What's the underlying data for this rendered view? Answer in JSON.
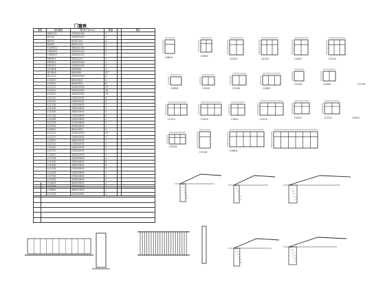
{
  "table": {
    "title": "门窗表",
    "headers": [
      "类型",
      "设计编号",
      "洞口尺寸(mm)",
      "数量",
      "",
      "备注"
    ],
    "rows": [
      [
        "",
        "JLM1721",
        "1700X2100",
        "1",
        "",
        ""
      ],
      [
        "",
        "M1021",
        "1000X2100",
        "3",
        "",
        ""
      ],
      [
        "",
        "M0921",
        "900X2100",
        "5",
        "",
        ""
      ],
      [
        "",
        "M0821",
        "800X2100",
        "4",
        "",
        ""
      ],
      [
        "",
        "TLM1821",
        "1800X2100",
        "2",
        "",
        ""
      ],
      [
        "",
        "TLM2421",
        "2400X2100",
        "2",
        "",
        ""
      ],
      [
        "",
        "TLM3021",
        "3000X2100",
        "1",
        "",
        ""
      ],
      [
        "",
        "FM0921",
        "900X2100",
        "2",
        "",
        ""
      ],
      [
        "",
        "FM1021",
        "1000X2100",
        "1",
        "",
        ""
      ],
      [
        "",
        "FM1221",
        "1200X2100",
        "3",
        "",
        ""
      ],
      [
        "",
        "GC0606",
        "600X600",
        "4",
        "",
        ""
      ],
      [
        "",
        "GC0909",
        "900X900",
        "23",
        "",
        ""
      ],
      [
        "",
        "GC1212",
        "1200X1200",
        "6",
        "",
        ""
      ],
      [
        "",
        "LC0615",
        "600X1500",
        "4",
        "",
        ""
      ],
      [
        "",
        "LC0915",
        "900X1500",
        "8",
        "",
        ""
      ],
      [
        "",
        "LC1215",
        "1200X1500",
        "12",
        "",
        ""
      ],
      [
        "",
        "LC1515",
        "1500X1500",
        "10",
        "",
        ""
      ],
      [
        "",
        "LC1815",
        "1800X1500",
        "14",
        "",
        ""
      ],
      [
        "",
        "LC2115",
        "2100X1500",
        "6",
        "",
        ""
      ],
      [
        "",
        "LC2415",
        "2400X1500",
        "4",
        "",
        ""
      ],
      [
        "",
        "LC1218",
        "1200X1800",
        "3",
        "",
        ""
      ],
      [
        "",
        "LC1518",
        "1500X1800",
        "2",
        "",
        ""
      ],
      [
        "",
        "LC1818",
        "1800X1800",
        "5",
        "",
        ""
      ],
      [
        "",
        "LC2118",
        "2100X1800",
        "2",
        "",
        ""
      ],
      [
        "",
        "LC2418",
        "2400X1800",
        "1",
        "",
        ""
      ],
      [
        "",
        "LC2718",
        "2700X1800",
        "2",
        "",
        ""
      ],
      [
        "",
        "LC3018",
        "3000X1800",
        "1",
        "",
        ""
      ],
      [
        "",
        "LC0915",
        "900X1500",
        "9",
        "",
        ""
      ],
      [
        "",
        "LC1215",
        "1200X1500",
        "13",
        "",
        ""
      ],
      [
        "",
        "LC1515",
        "1500X1500",
        "3",
        "",
        ""
      ],
      [
        "",
        "LC1815",
        "1800X1500",
        "7",
        "",
        ""
      ],
      [
        "",
        "LC2115",
        "2100X1500",
        "4",
        "",
        ""
      ],
      [
        "",
        "LC2415",
        "2400X1500",
        "2",
        "",
        ""
      ],
      [
        "",
        "LC2715",
        "2700X1500",
        "1",
        "",
        ""
      ],
      [
        "",
        "LC3015",
        "3000X1500",
        "2",
        "",
        ""
      ],
      [
        "",
        "LC1218",
        "1200X1800",
        "4",
        "",
        ""
      ],
      [
        "",
        "LC1518",
        "1500X1800",
        "6",
        "",
        ""
      ],
      [
        "",
        "LC1818",
        "1800X1800",
        "8",
        "",
        ""
      ],
      [
        "",
        "LC2118",
        "2100X1800",
        "3",
        "",
        ""
      ],
      [
        "",
        "LC2418",
        "2400X1800",
        "1",
        "",
        ""
      ],
      [
        "",
        "LC2718",
        "2700X1800",
        "2",
        "",
        ""
      ],
      [
        "",
        "LC3018",
        "3000X1800",
        "2",
        "",
        ""
      ],
      [
        "",
        "LC3618",
        "3600X1800",
        "1",
        "",
        ""
      ],
      [
        "",
        "LC4218",
        "4200X1800",
        "1",
        "",
        ""
      ],
      [
        "",
        "LC4818",
        "4800X1800",
        "1",
        "",
        ""
      ],
      [
        "",
        "LC5418",
        "5400X1800",
        "1",
        "",
        ""
      ]
    ]
  },
  "window_labels": [
    "C0615",
    "C0915",
    "C1215",
    "C1515",
    "C1815",
    "C2115",
    "C0909",
    "C1209",
    "C1509",
    "C1809",
    "C2109",
    "C2409",
    "C2709",
    "C1212",
    "C1512",
    "C1812",
    "C2112",
    "C2412",
    "C2712",
    "C3012",
    "C1818",
    "C2118",
    "C3618"
  ],
  "colors": {
    "line": "#222222",
    "accent": "#3a7a3a"
  }
}
